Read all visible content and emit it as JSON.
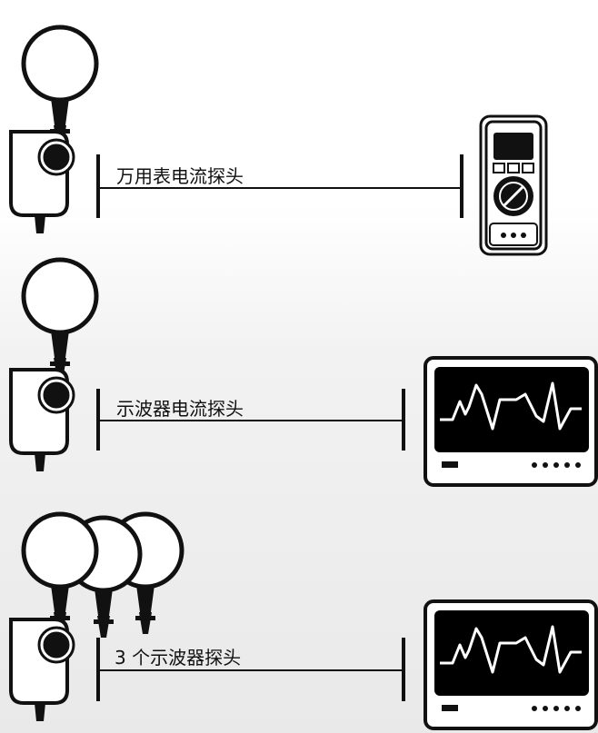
{
  "diagram": {
    "rows": [
      {
        "label": "万用表电流探头",
        "device": "multimeter-icon",
        "probe_count": 1
      },
      {
        "label": "示波器电流探头",
        "device": "oscilloscope-icon",
        "probe_count": 1
      },
      {
        "label": "3 个示波器探头",
        "device": "oscilloscope-icon",
        "probe_count": 3
      }
    ],
    "colors": {
      "stroke": "#111111",
      "screen": "#000000",
      "background": "#ffffff"
    }
  }
}
